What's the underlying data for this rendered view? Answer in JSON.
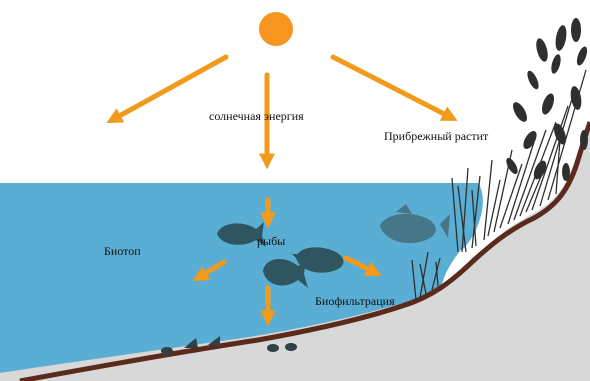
{
  "labels": {
    "solar": "солнечная энергия",
    "coastal": "Прибрежный растит",
    "biotope": "Биотоп",
    "fish": "рыбы",
    "biofiltration": "Биофильтрация"
  },
  "colors": {
    "sun": "#f6951f",
    "arrow": "#f29a1c",
    "water": "#5aaed4",
    "fish": "#2f5660",
    "fish_faded": "#3f6470",
    "soil": "#5a2a1c",
    "plant": "#2e3030"
  },
  "icons": [
    "sun-icon",
    "fish-icon",
    "snail-icon",
    "plant-icon"
  ]
}
